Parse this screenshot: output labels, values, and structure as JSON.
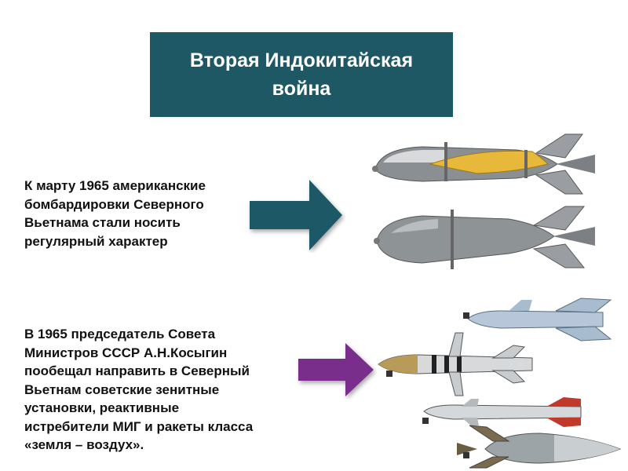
{
  "slide": {
    "title_line1": "Вторая Индокитайская",
    "title_line2": "война",
    "para1": [
      "К марту 1965 американские",
      "бомбардировки Северного",
      "Вьетнама стали носить",
      "регулярный характер"
    ],
    "para2": [
      "В 1965 председатель Совета",
      "Министров СССР А.Н.Косыгин",
      "пообещал направить в Северный",
      "Вьетнам советские зенитные",
      "установки, реактивные",
      "истребители МИГ и ракеты класса",
      "«земля – воздух»."
    ]
  },
  "colors": {
    "title_bg": "#1f5865",
    "arrow1": "#1f5865",
    "arrow2": "#7a2d8c"
  },
  "icons": [
    "aerial-bomb-cutaway-icon",
    "aerial-bomb-icon",
    "missile-icon"
  ]
}
